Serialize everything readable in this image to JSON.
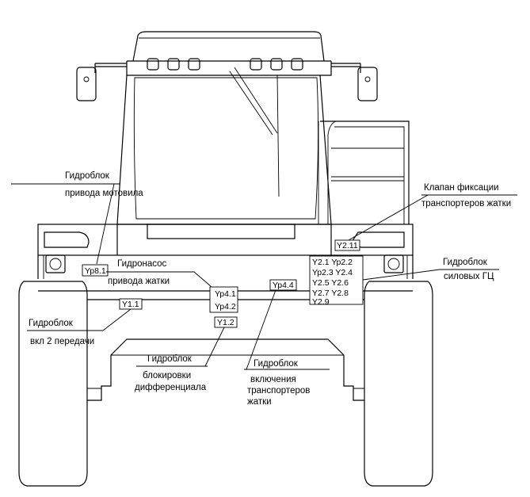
{
  "callouts": {
    "motovilo": {
      "title": "Гидроблок",
      "subtitle": "привода мотовила",
      "code": "Yp8.1"
    },
    "pump": {
      "title": "Гидронасос",
      "subtitle": "привода  жатки",
      "codes": [
        "Yp4.1",
        "Yp4.2"
      ]
    },
    "gear2": {
      "title": "Гидроблок",
      "subtitle": "вкл 2 передачи",
      "code": "Y1.1"
    },
    "diff_lock": {
      "title": "Гидроблок",
      "lines": [
        "блокировки",
        "дифференциала"
      ],
      "code": "Y1.2"
    },
    "conveyors_on": {
      "title": "Гидроблок",
      "lines": [
        "включения",
        "транспортеров",
        "жатки"
      ],
      "code": "Yp4.4"
    },
    "fix_valve": {
      "title": "Клапан фиксации",
      "subtitle": "транспортеров жатки",
      "code": "Y2.11"
    },
    "power_cyl": {
      "title": "Гидроблок",
      "subtitle": "силовых ГЦ",
      "codes": [
        "Y2.1 Yp2.2",
        "Yp2.3  Y2.4",
        "Y2.5  Y2.6",
        "Y2.7  Y2.8",
        "Y2.9"
      ]
    }
  }
}
